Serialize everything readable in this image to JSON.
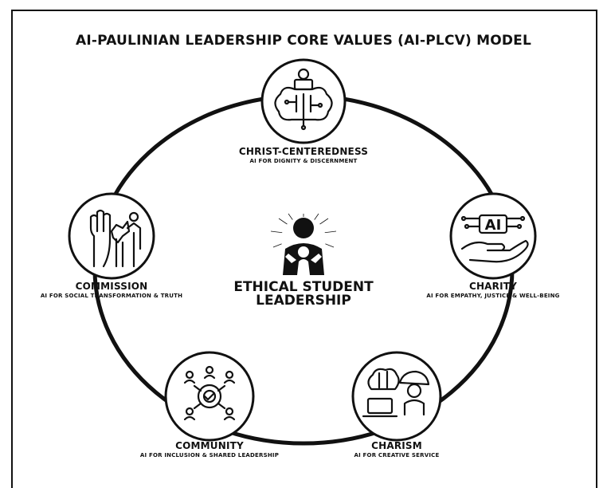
{
  "title": "AI-PAULINIAN LEADERSHIP CORE VALUES (AI-PLCV) MODEL",
  "center": {
    "line1": "ETHICAL STUDENT",
    "line2": "LEADERSHIP",
    "icon": "leader-silhouette-icon"
  },
  "nodes": [
    {
      "name": "CHRIST-CENTEREDNESS",
      "sub": "AI FOR DIGNITY & DISCERNMENT",
      "icon": "person-brain-circuit-icon"
    },
    {
      "name": "CHARITY",
      "sub": "AI FOR EMPATHY, JUSTICE & WELL-BEING",
      "icon": "ai-hand-icon",
      "ai_text": "AI"
    },
    {
      "name": "CHARISM",
      "sub": "AI FOR CREATIVE SERVICE",
      "icon": "engineer-laptop-icon"
    },
    {
      "name": "COMMUNITY",
      "sub": "AI FOR INCLUSION & SHARED LEADERSHIP",
      "icon": "network-gear-icon"
    },
    {
      "name": "COMMISSION",
      "sub": "AI FOR SOCIAL TRANSFORMATION & TRUTH",
      "icon": "hand-person-icon"
    }
  ]
}
